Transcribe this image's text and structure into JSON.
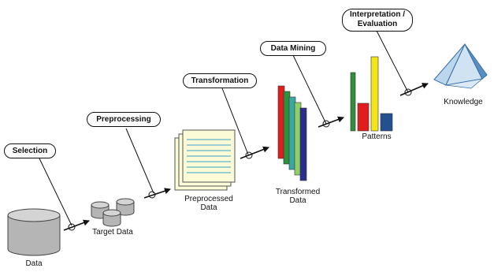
{
  "stages": {
    "selection": "Selection",
    "preprocessing": "Preprocessing",
    "transformation": "Transformation",
    "data_mining": "Data Mining",
    "interpretation_line1": "Interpretation /",
    "interpretation_line2": "Evaluation"
  },
  "artifacts": {
    "data": "Data",
    "target_data": "Target Data",
    "preprocessed_line1": "Preprocessed",
    "preprocessed_line2": "Data",
    "transformed_line1": "Transformed",
    "transformed_line2": "Data",
    "patterns": "Patterns",
    "knowledge": "Knowledge"
  },
  "colors": {
    "bar_red": "#e01e1e",
    "bar_yellow": "#f2e51a",
    "bar_blue": "#23508f",
    "bar_green": "#2f8f3a",
    "strip_teal": "#3aa7a0",
    "strip_lightgreen": "#8fcf6a",
    "strip_navy": "#2a2f8f",
    "page_fill": "#fbfbd8",
    "page_lines": "#5fb3c9",
    "pyramid_light": "#cfe3f3",
    "pyramid_dark": "#5a8fc4",
    "cylinder": "#b5b5b5"
  }
}
